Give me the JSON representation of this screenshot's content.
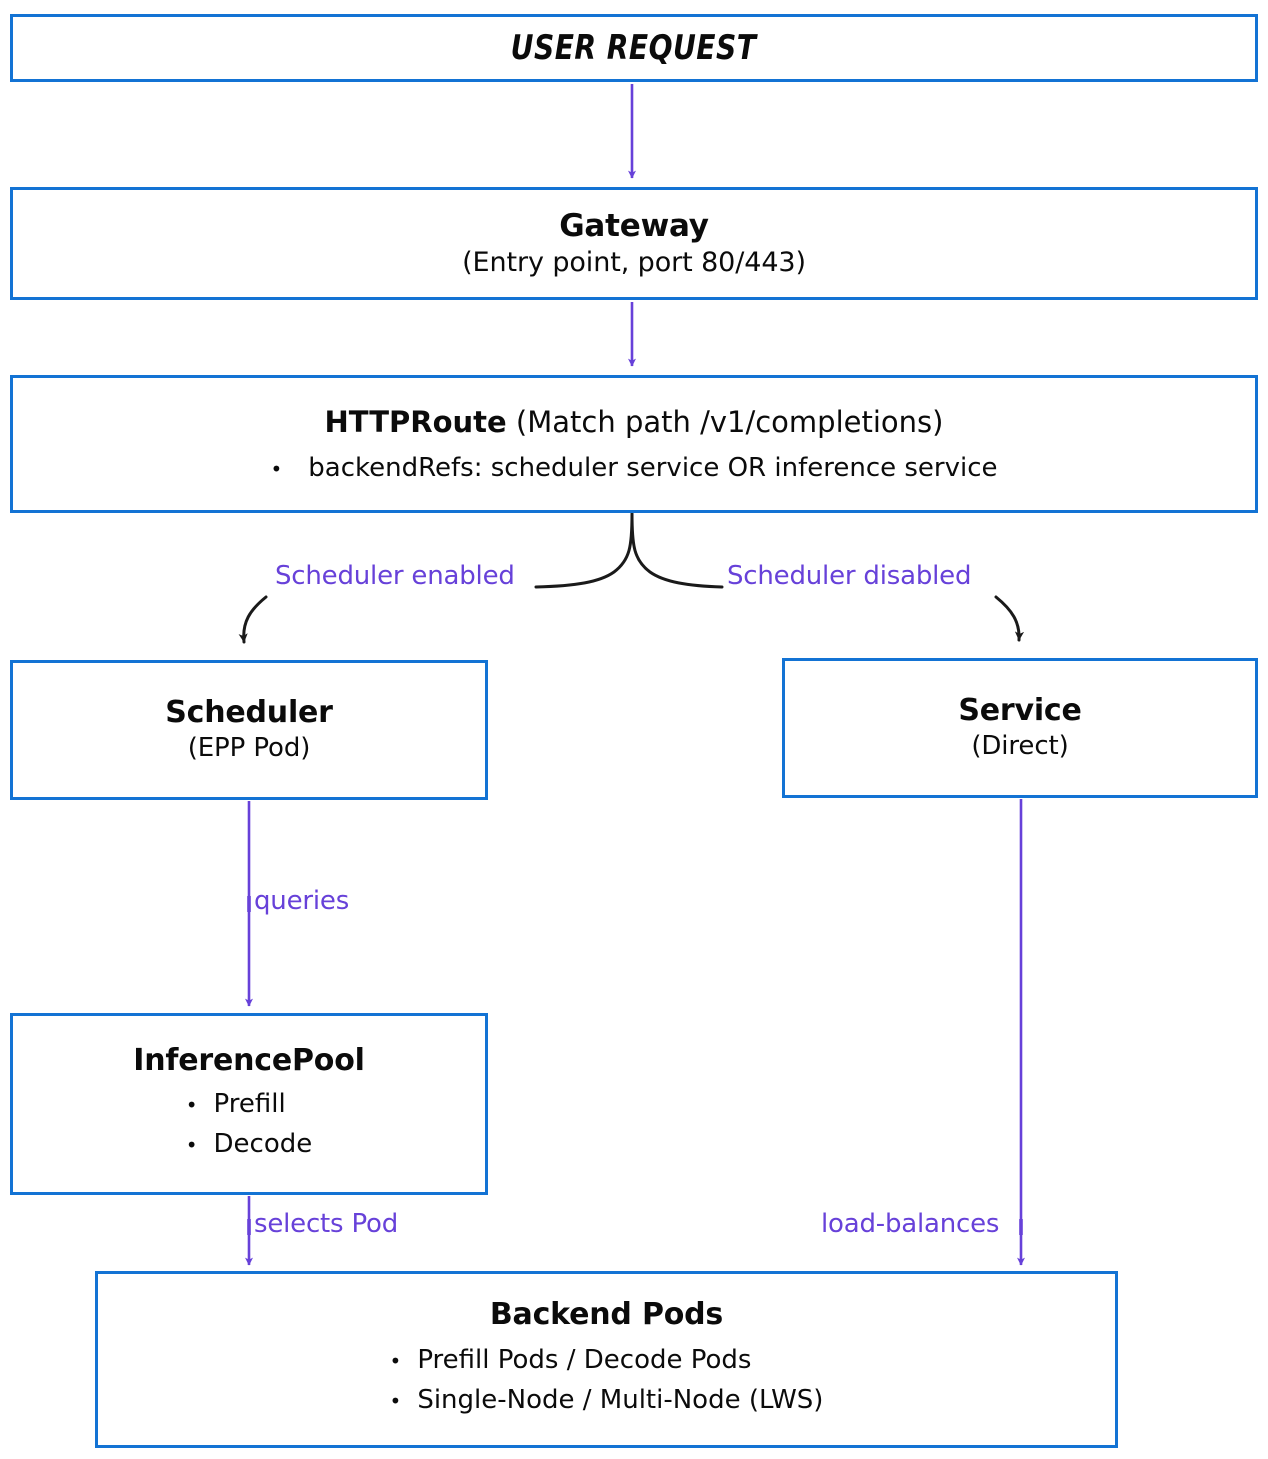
{
  "diagram": {
    "title": "Gateway inference request routing flow",
    "colors": {
      "box_border": "#1373d4",
      "arrow_purple": "#6741d9",
      "arrow_black": "#1a1a1a",
      "text": "#0b0b0b",
      "background": "#ffffff"
    }
  },
  "nodes": {
    "user_request": {
      "title": "USER REQUEST"
    },
    "gateway": {
      "title": "Gateway",
      "subtitle": "(Entry point, port 80/443)"
    },
    "httproute": {
      "title": "HTTPRoute",
      "title_suffix": "(Match path /v1/completions)",
      "bullet": "•",
      "bullets": [
        "backendRefs: scheduler service OR inference service"
      ]
    },
    "scheduler": {
      "title": "Scheduler",
      "subtitle": "(EPP Pod)"
    },
    "service": {
      "title": "Service",
      "subtitle": "(Direct)"
    },
    "inferencepool": {
      "title": "InferencePool",
      "bullet": "•",
      "bullets": [
        "Prefill",
        "Decode"
      ]
    },
    "backend_pods": {
      "title": "Backend Pods",
      "bullet": "•",
      "bullets": [
        "Prefill Pods / Decode Pods",
        "Single-Node / Multi-Node (LWS)"
      ]
    }
  },
  "edges": {
    "user_request_to_gateway": {
      "label": ""
    },
    "gateway_to_httproute": {
      "label": ""
    },
    "httproute_to_scheduler": {
      "label": "Scheduler enabled"
    },
    "httproute_to_service": {
      "label": "Scheduler disabled"
    },
    "scheduler_to_inferencepool": {
      "label": "queries"
    },
    "inferencepool_to_backend": {
      "label": "selects Pod"
    },
    "service_to_backend": {
      "label": "load-balances"
    }
  }
}
